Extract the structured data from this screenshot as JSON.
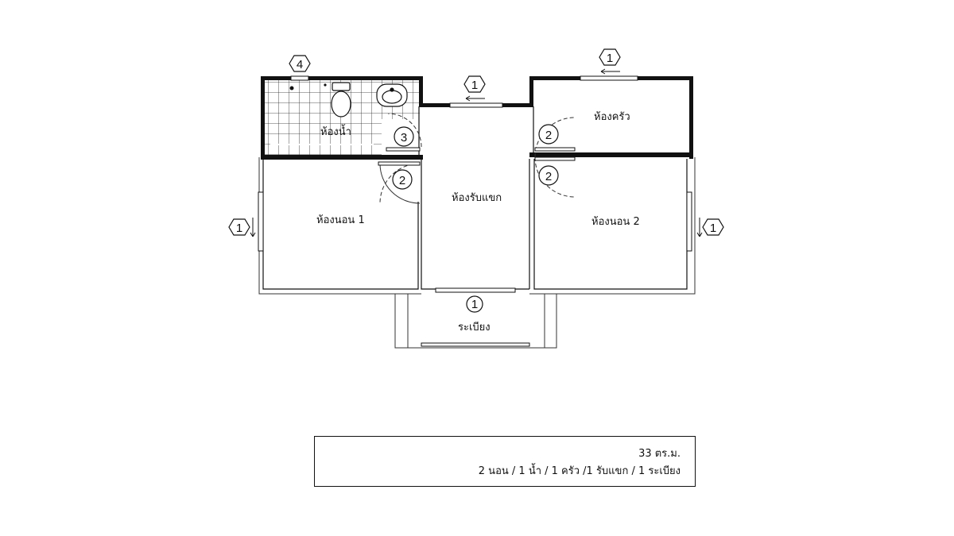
{
  "rooms": {
    "bathroom": "ห้องน้ำ",
    "kitchen": "ห้องครัว",
    "living": "ห้องรับแขก",
    "bedroom1": "ห้องนอน 1",
    "bedroom2": "ห้องนอน 2",
    "balcony": "ระเบียง"
  },
  "tags": {
    "window": "1",
    "door": "2",
    "bath_door": "3",
    "vent": "4"
  },
  "summary": {
    "area": "33 ตร.ม.",
    "rooms": "2 นอน / 1 น้ำ / 1 ครัว /1 รับแขก / 1 ระเบียง"
  },
  "colors": {
    "wall": "#111111",
    "line": "#333333"
  }
}
